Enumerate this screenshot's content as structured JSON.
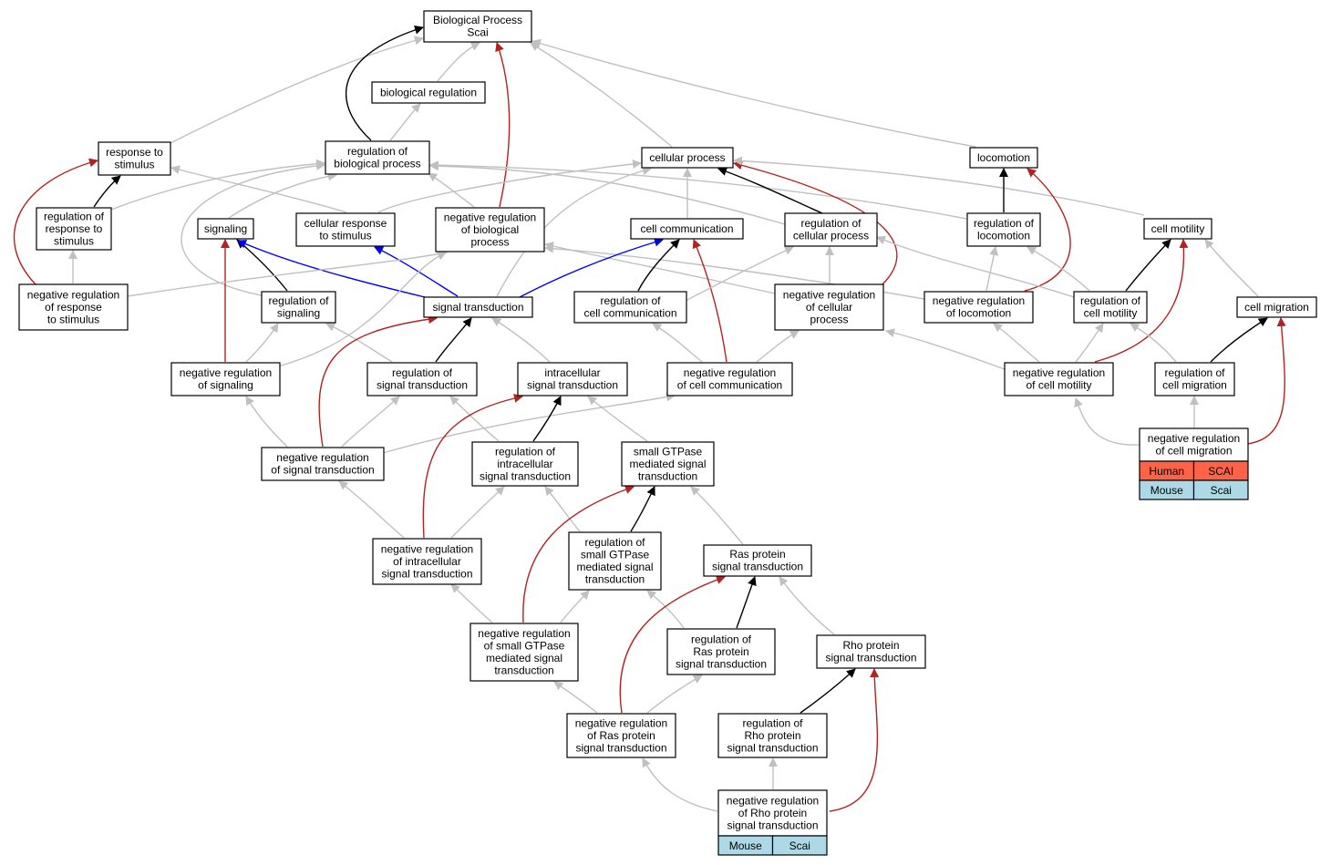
{
  "colors": {
    "is_a": "#c0c0c0",
    "part_of": "#000000",
    "regulates": "#0000ff",
    "negatively_regulates": "#b22222",
    "human_cell": "#ff6347",
    "mouse_cell": "#add8e6"
  },
  "nodes": [
    {
      "id": "bp",
      "lines": [
        "Biological Process",
        "Scai"
      ]
    },
    {
      "id": "bioreg",
      "lines": [
        "biological regulation"
      ]
    },
    {
      "id": "resp",
      "lines": [
        "response to",
        "stimulus"
      ]
    },
    {
      "id": "regbio",
      "lines": [
        "regulation of",
        "biological process"
      ]
    },
    {
      "id": "cellproc",
      "lines": [
        "cellular process"
      ]
    },
    {
      "id": "locomotion",
      "lines": [
        "locomotion"
      ]
    },
    {
      "id": "regresp",
      "lines": [
        "regulation of",
        "response to",
        "stimulus"
      ]
    },
    {
      "id": "signaling",
      "lines": [
        "signaling"
      ]
    },
    {
      "id": "cellresp",
      "lines": [
        "cellular response",
        "to stimulus"
      ]
    },
    {
      "id": "negregbio",
      "lines": [
        "negative regulation",
        "of biological",
        "process"
      ]
    },
    {
      "id": "cellcomm",
      "lines": [
        "cell communication"
      ]
    },
    {
      "id": "regcellproc",
      "lines": [
        "regulation of",
        "cellular process"
      ]
    },
    {
      "id": "regloco",
      "lines": [
        "regulation of",
        "locomotion"
      ]
    },
    {
      "id": "cellmot",
      "lines": [
        "cell motility"
      ]
    },
    {
      "id": "negregresp",
      "lines": [
        "negative regulation",
        "of response",
        "to stimulus"
      ]
    },
    {
      "id": "regsig",
      "lines": [
        "regulation of",
        "signaling"
      ]
    },
    {
      "id": "sigtrans",
      "lines": [
        "signal transduction"
      ]
    },
    {
      "id": "regcellcomm",
      "lines": [
        "regulation of",
        "cell communication"
      ]
    },
    {
      "id": "negregcellproc",
      "lines": [
        "negative regulation",
        "of cellular",
        "process"
      ]
    },
    {
      "id": "negregloco",
      "lines": [
        "negative regulation",
        "of locomotion"
      ]
    },
    {
      "id": "regcellmot",
      "lines": [
        "regulation of",
        "cell motility"
      ]
    },
    {
      "id": "cellmig",
      "lines": [
        "cell migration"
      ]
    },
    {
      "id": "negregsig",
      "lines": [
        "negative regulation",
        "of signaling"
      ]
    },
    {
      "id": "regsigtrans",
      "lines": [
        "regulation of",
        "signal transduction"
      ]
    },
    {
      "id": "intrasig",
      "lines": [
        "intracellular",
        "signal transduction"
      ]
    },
    {
      "id": "negregcellcomm",
      "lines": [
        "negative regulation",
        "of cell communication"
      ]
    },
    {
      "id": "negregcellmot",
      "lines": [
        "negative regulation",
        "of cell motility"
      ]
    },
    {
      "id": "regcellmig",
      "lines": [
        "regulation of",
        "cell migration"
      ]
    },
    {
      "id": "negregsigtrans",
      "lines": [
        "negative regulation",
        "of signal transduction"
      ]
    },
    {
      "id": "regintra",
      "lines": [
        "regulation of",
        "intracellular",
        "signal transduction"
      ]
    },
    {
      "id": "smallgtp",
      "lines": [
        "small GTPase",
        "mediated signal",
        "transduction"
      ]
    },
    {
      "id": "negregcellmig",
      "lines": [
        "negative regulation",
        "of cell migration"
      ],
      "table": [
        [
          "Human",
          "SCAI"
        ],
        [
          "Mouse",
          "Scai"
        ]
      ]
    },
    {
      "id": "negregintra",
      "lines": [
        "negative regulation",
        "of intracellular",
        "signal transduction"
      ]
    },
    {
      "id": "regsmallgtp",
      "lines": [
        "regulation of",
        "small GTPase",
        "mediated signal",
        "transduction"
      ]
    },
    {
      "id": "ras",
      "lines": [
        "Ras protein",
        "signal transduction"
      ]
    },
    {
      "id": "negregsmallgtp",
      "lines": [
        "negative regulation",
        "of small GTPase",
        "mediated signal",
        "transduction"
      ]
    },
    {
      "id": "regras",
      "lines": [
        "regulation of",
        "Ras protein",
        "signal transduction"
      ]
    },
    {
      "id": "rho",
      "lines": [
        "Rho protein",
        "signal transduction"
      ]
    },
    {
      "id": "negregras",
      "lines": [
        "negative regulation",
        "of Ras protein",
        "signal transduction"
      ]
    },
    {
      "id": "regrho",
      "lines": [
        "regulation of",
        "Rho protein",
        "signal transduction"
      ]
    },
    {
      "id": "negregrho",
      "lines": [
        "negative regulation",
        "of Rho protein",
        "signal transduction"
      ],
      "table": [
        [
          "Mouse",
          "Scai"
        ]
      ]
    }
  ],
  "edges": [
    {
      "from": "bioreg",
      "to": "bp",
      "type": "is_a"
    },
    {
      "from": "resp",
      "to": "bp",
      "type": "is_a"
    },
    {
      "from": "regbio",
      "to": "bp",
      "type": "part_of"
    },
    {
      "from": "negregbio",
      "to": "bp",
      "type": "negatively_regulates"
    },
    {
      "from": "cellproc",
      "to": "bp",
      "type": "is_a"
    },
    {
      "from": "locomotion",
      "to": "bp",
      "type": "is_a"
    },
    {
      "from": "regbio",
      "to": "bioreg",
      "type": "is_a"
    },
    {
      "from": "regresp",
      "to": "resp",
      "type": "part_of"
    },
    {
      "from": "negregresp",
      "to": "resp",
      "type": "negatively_regulates"
    },
    {
      "from": "cellresp",
      "to": "resp",
      "type": "is_a"
    },
    {
      "from": "regresp",
      "to": "regbio",
      "type": "is_a"
    },
    {
      "from": "signaling",
      "to": "regbio",
      "type": "is_a"
    },
    {
      "from": "negregbio",
      "to": "regbio",
      "type": "is_a"
    },
    {
      "from": "regsig",
      "to": "regbio",
      "type": "is_a"
    },
    {
      "from": "regloco",
      "to": "regbio",
      "type": "is_a"
    },
    {
      "from": "regcellproc",
      "to": "regbio",
      "type": "is_a"
    },
    {
      "from": "cellcomm",
      "to": "cellproc",
      "type": "is_a"
    },
    {
      "from": "regcellproc",
      "to": "cellproc",
      "type": "part_of"
    },
    {
      "from": "negregcellproc",
      "to": "cellproc",
      "type": "negatively_regulates"
    },
    {
      "from": "cellresp",
      "to": "cellproc",
      "type": "is_a"
    },
    {
      "from": "sigtrans",
      "to": "cellproc",
      "type": "is_a"
    },
    {
      "from": "cellmot",
      "to": "cellproc",
      "type": "is_a"
    },
    {
      "from": "regloco",
      "to": "locomotion",
      "type": "part_of"
    },
    {
      "from": "negregloco",
      "to": "locomotion",
      "type": "negatively_regulates"
    },
    {
      "from": "negregresp",
      "to": "regresp",
      "type": "is_a"
    },
    {
      "from": "regsig",
      "to": "signaling",
      "type": "part_of"
    },
    {
      "from": "negregsig",
      "to": "signaling",
      "type": "negatively_regulates"
    },
    {
      "from": "sigtrans",
      "to": "signaling",
      "type": "regulates"
    },
    {
      "from": "sigtrans",
      "to": "cellresp",
      "type": "regulates"
    },
    {
      "from": "negregresp",
      "to": "negregbio",
      "type": "is_a"
    },
    {
      "from": "negregsig",
      "to": "negregbio",
      "type": "is_a"
    },
    {
      "from": "negregcellproc",
      "to": "negregbio",
      "type": "is_a"
    },
    {
      "from": "negregloco",
      "to": "negregbio",
      "type": "is_a"
    },
    {
      "from": "sigtrans",
      "to": "cellcomm",
      "type": "regulates"
    },
    {
      "from": "regcellcomm",
      "to": "cellcomm",
      "type": "part_of"
    },
    {
      "from": "negregcellcomm",
      "to": "cellcomm",
      "type": "negatively_regulates"
    },
    {
      "from": "regcellcomm",
      "to": "regcellproc",
      "type": "is_a"
    },
    {
      "from": "negregcellproc",
      "to": "regcellproc",
      "type": "is_a"
    },
    {
      "from": "regcellmot",
      "to": "regcellproc",
      "type": "is_a"
    },
    {
      "from": "negregloco",
      "to": "regloco",
      "type": "is_a"
    },
    {
      "from": "regcellmot",
      "to": "regloco",
      "type": "is_a"
    },
    {
      "from": "regcellmot",
      "to": "cellmot",
      "type": "part_of"
    },
    {
      "from": "negregcellmot",
      "to": "cellmot",
      "type": "negatively_regulates"
    },
    {
      "from": "cellmig",
      "to": "cellmot",
      "type": "is_a"
    },
    {
      "from": "negregsig",
      "to": "regsig",
      "type": "is_a"
    },
    {
      "from": "regsigtrans",
      "to": "regsig",
      "type": "is_a"
    },
    {
      "from": "regsigtrans",
      "to": "sigtrans",
      "type": "part_of"
    },
    {
      "from": "negregsigtrans",
      "to": "sigtrans",
      "type": "negatively_regulates"
    },
    {
      "from": "intrasig",
      "to": "sigtrans",
      "type": "is_a"
    },
    {
      "from": "negregcellcomm",
      "to": "regcellcomm",
      "type": "is_a"
    },
    {
      "from": "negregcellcomm",
      "to": "negregcellproc",
      "type": "is_a"
    },
    {
      "from": "negregcellmot",
      "to": "negregcellproc",
      "type": "is_a"
    },
    {
      "from": "negregcellmot",
      "to": "negregloco",
      "type": "is_a"
    },
    {
      "from": "negregcellmot",
      "to": "regcellmot",
      "type": "is_a"
    },
    {
      "from": "regcellmig",
      "to": "regcellmot",
      "type": "is_a"
    },
    {
      "from": "regcellmig",
      "to": "cellmig",
      "type": "part_of"
    },
    {
      "from": "negregcellmig",
      "to": "cellmig",
      "type": "negatively_regulates"
    },
    {
      "from": "negregsigtrans",
      "to": "negregsig",
      "type": "is_a"
    },
    {
      "from": "negregsigtrans",
      "to": "regsigtrans",
      "type": "is_a"
    },
    {
      "from": "negregsigtrans",
      "to": "negregcellcomm",
      "type": "is_a"
    },
    {
      "from": "regintra",
      "to": "regsigtrans",
      "type": "is_a"
    },
    {
      "from": "regintra",
      "to": "intrasig",
      "type": "part_of"
    },
    {
      "from": "negregintra",
      "to": "intrasig",
      "type": "negatively_regulates"
    },
    {
      "from": "smallgtp",
      "to": "intrasig",
      "type": "is_a"
    },
    {
      "from": "negregcellmig",
      "to": "negregcellmot",
      "type": "is_a"
    },
    {
      "from": "negregcellmig",
      "to": "regcellmig",
      "type": "is_a"
    },
    {
      "from": "negregintra",
      "to": "negregsigtrans",
      "type": "is_a"
    },
    {
      "from": "negregintra",
      "to": "regintra",
      "type": "is_a"
    },
    {
      "from": "regsmallgtp",
      "to": "regintra",
      "type": "is_a"
    },
    {
      "from": "regsmallgtp",
      "to": "smallgtp",
      "type": "part_of"
    },
    {
      "from": "negregsmallgtp",
      "to": "smallgtp",
      "type": "negatively_regulates"
    },
    {
      "from": "ras",
      "to": "smallgtp",
      "type": "is_a"
    },
    {
      "from": "negregsmallgtp",
      "to": "negregintra",
      "type": "is_a"
    },
    {
      "from": "negregsmallgtp",
      "to": "regsmallgtp",
      "type": "is_a"
    },
    {
      "from": "regras",
      "to": "regsmallgtp",
      "type": "is_a"
    },
    {
      "from": "regras",
      "to": "ras",
      "type": "part_of"
    },
    {
      "from": "negregras",
      "to": "ras",
      "type": "negatively_regulates"
    },
    {
      "from": "rho",
      "to": "ras",
      "type": "is_a"
    },
    {
      "from": "negregras",
      "to": "negregsmallgtp",
      "type": "is_a"
    },
    {
      "from": "negregras",
      "to": "regras",
      "type": "is_a"
    },
    {
      "from": "regrho",
      "to": "rho",
      "type": "part_of"
    },
    {
      "from": "negregrho",
      "to": "rho",
      "type": "negatively_regulates"
    },
    {
      "from": "negregrho",
      "to": "negregras",
      "type": "is_a"
    },
    {
      "from": "negregrho",
      "to": "regrho",
      "type": "is_a"
    }
  ]
}
